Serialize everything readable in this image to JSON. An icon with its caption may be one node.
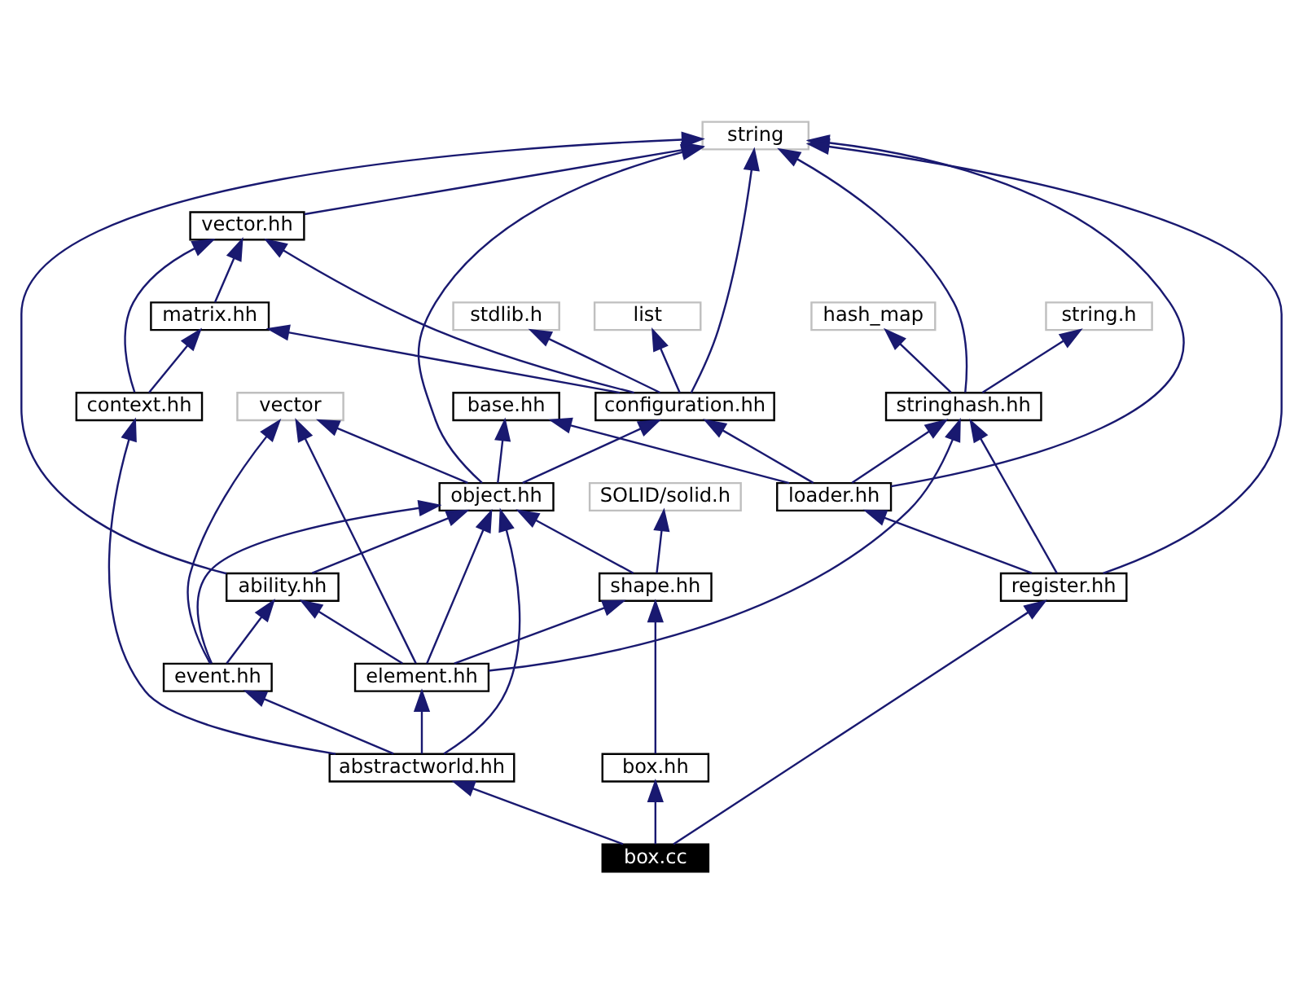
{
  "diagram": {
    "nodes": [
      {
        "text": [
          "string"
        ]
      },
      {
        "text": [
          "vector.hh"
        ]
      },
      {
        "text": [
          "matrix.hh"
        ]
      },
      {
        "text": [
          "stdlib.h"
        ]
      },
      {
        "text": [
          "list"
        ]
      },
      {
        "text": [
          "string.h"
        ]
      },
      {
        "text": [
          "hash_map"
        ]
      },
      {
        "text": [
          "context.hh"
        ]
      },
      {
        "text": [
          "vector"
        ]
      },
      {
        "text": [
          "configuration.hh"
        ]
      },
      {
        "text": [
          "base.hh"
        ]
      },
      {
        "text": [
          "stringhash.hh"
        ]
      },
      {
        "text": [
          "object.hh"
        ]
      },
      {
        "text": [
          "SOLID/solid.h"
        ]
      },
      {
        "text": [
          "loader.hh"
        ]
      },
      {
        "text": [
          "ability.hh"
        ]
      },
      {
        "text": [
          "shape.hh"
        ]
      },
      {
        "text": [
          "register.hh"
        ]
      },
      {
        "text": [
          "event.hh"
        ]
      },
      {
        "text": [
          "element.hh"
        ]
      },
      {
        "text": [
          "abstractworld.hh"
        ]
      },
      {
        "text": [
          "box.hh"
        ]
      },
      {
        "text": [
          "box.cc"
        ]
      }
    ],
    "edges": [
      {
        "from": 1,
        "to": 0,
        "arrow": "to"
      },
      {
        "from": 2,
        "to": 1,
        "arrow": "to"
      },
      {
        "from": 7,
        "to": 1,
        "arrow": "to"
      },
      {
        "from": 7,
        "to": 2,
        "arrow": "to"
      },
      {
        "from": 9,
        "to": 1,
        "arrow": "to"
      },
      {
        "from": 9,
        "to": 2,
        "arrow": "to"
      },
      {
        "from": 9,
        "to": 3,
        "arrow": "to"
      },
      {
        "from": 9,
        "to": 4,
        "arrow": "to"
      },
      {
        "from": 9,
        "to": 0,
        "arrow": "to"
      },
      {
        "from": 11,
        "to": 5,
        "arrow": "to"
      },
      {
        "from": 11,
        "to": 6,
        "arrow": "to"
      },
      {
        "from": 11,
        "to": 0,
        "arrow": "to"
      },
      {
        "from": 12,
        "to": 8,
        "arrow": "to"
      },
      {
        "from": 12,
        "to": 9,
        "arrow": "to"
      },
      {
        "from": 12,
        "to": 10,
        "arrow": "to"
      },
      {
        "from": 12,
        "to": 0,
        "arrow": "to"
      },
      {
        "from": 14,
        "to": 9,
        "arrow": "to"
      },
      {
        "from": 14,
        "to": 10,
        "arrow": "to"
      },
      {
        "from": 14,
        "to": 11,
        "arrow": "to"
      },
      {
        "from": 14,
        "to": 0,
        "arrow": "to"
      },
      {
        "from": 15,
        "to": 12,
        "arrow": "to"
      },
      {
        "from": 15,
        "to": 0,
        "arrow": "to"
      },
      {
        "from": 16,
        "to": 12,
        "arrow": "to"
      },
      {
        "from": 16,
        "to": 13,
        "arrow": "to"
      },
      {
        "from": 17,
        "to": 14,
        "arrow": "to"
      },
      {
        "from": 17,
        "to": 11,
        "arrow": "to"
      },
      {
        "from": 17,
        "to": 0,
        "arrow": "to"
      },
      {
        "from": 18,
        "to": 15,
        "arrow": "to"
      },
      {
        "from": 18,
        "to": 12,
        "arrow": "to"
      },
      {
        "from": 18,
        "to": 8,
        "arrow": "to"
      },
      {
        "from": 19,
        "to": 8,
        "arrow": "to"
      },
      {
        "from": 19,
        "to": 12,
        "arrow": "to"
      },
      {
        "from": 19,
        "to": 15,
        "arrow": "to"
      },
      {
        "from": 19,
        "to": 16,
        "arrow": "to"
      },
      {
        "from": 19,
        "to": 11,
        "arrow": "to"
      },
      {
        "from": 20,
        "to": 7,
        "arrow": "to"
      },
      {
        "from": 20,
        "to": 18,
        "arrow": "to"
      },
      {
        "from": 20,
        "to": 19,
        "arrow": "to"
      },
      {
        "from": 20,
        "to": 12,
        "arrow": "to"
      },
      {
        "from": 21,
        "to": 16,
        "arrow": "to"
      },
      {
        "from": 22,
        "to": 20,
        "arrow": "to"
      },
      {
        "from": 22,
        "to": 21,
        "arrow": "to"
      },
      {
        "from": 22,
        "to": 17,
        "arrow": "to"
      }
    ]
  }
}
